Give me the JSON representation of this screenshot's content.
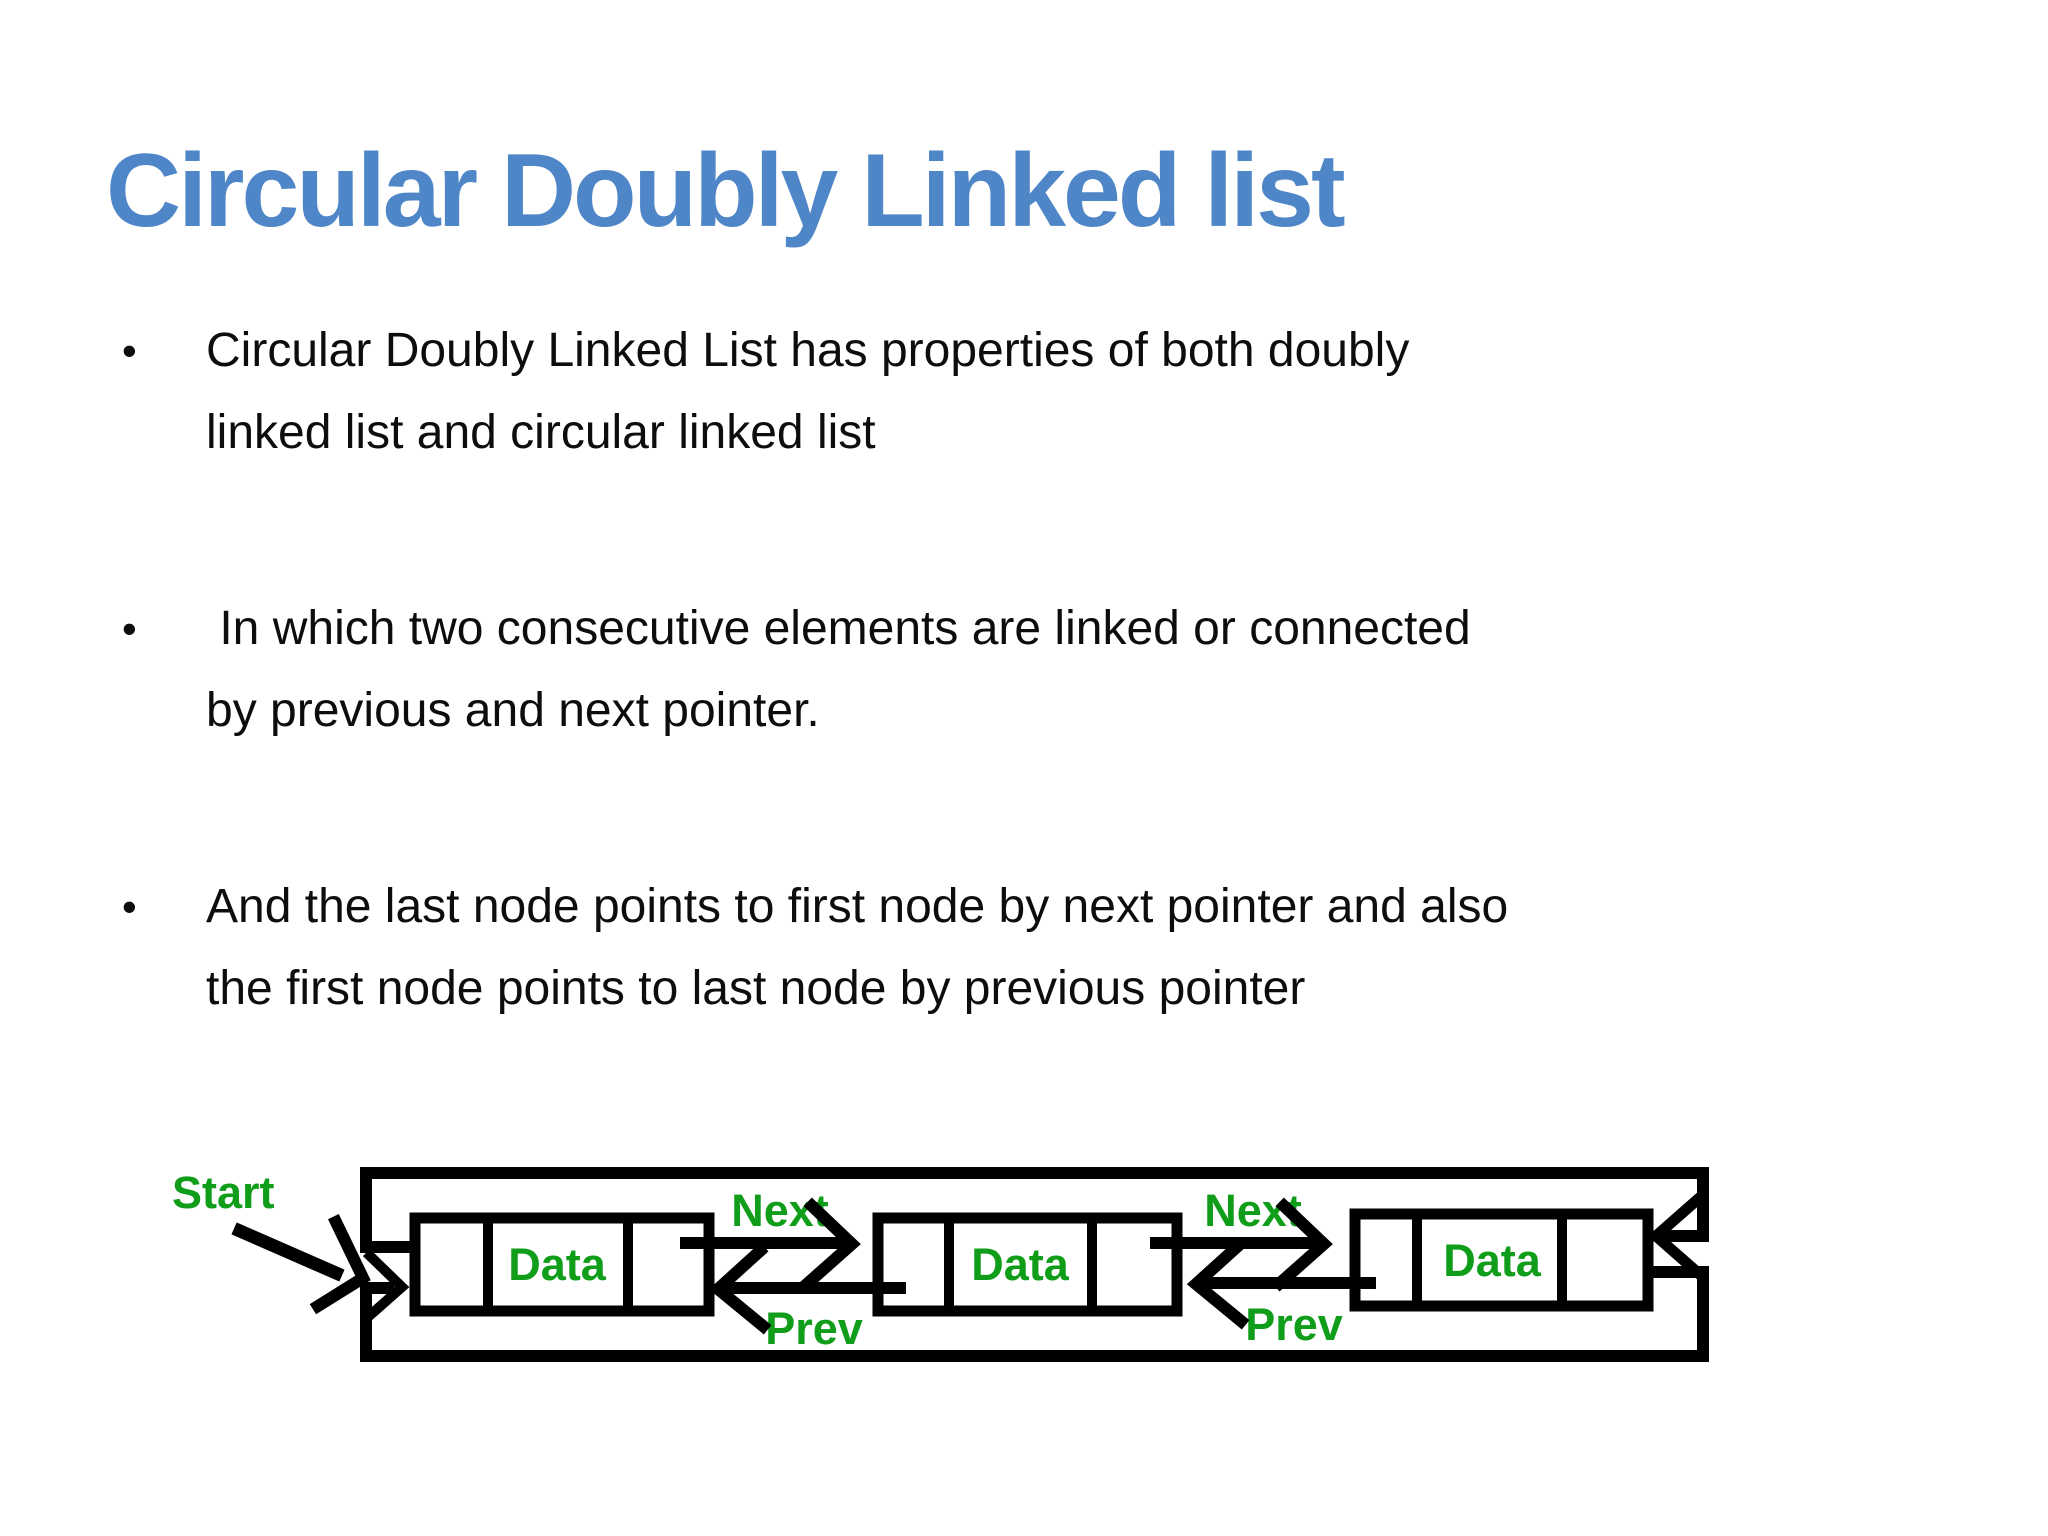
{
  "slide": {
    "title": "Circular Doubly Linked list",
    "title_color": "#4e86c8",
    "text_color": "#0d0d0d",
    "bullet_char": "•",
    "bullets": [
      {
        "text": "Circular Doubly Linked List has properties of both doubly\nlinked list and circular linked list"
      },
      {
        "text": " In which two consecutive elements are linked or connected\nby previous and next pointer."
      },
      {
        "text": "And the last node points to first node by next pointer and also\nthe first node points to last node by previous pointer"
      }
    ]
  },
  "diagram": {
    "type": "circular-doubly-linked-list",
    "label_color": "#0f9d1a",
    "line_color": "#000000",
    "start_label": "Start",
    "next_label": "Next",
    "prev_label": "Prev",
    "nodes": [
      {
        "data": "Data"
      },
      {
        "data": "Data"
      },
      {
        "data": "Data"
      }
    ]
  }
}
